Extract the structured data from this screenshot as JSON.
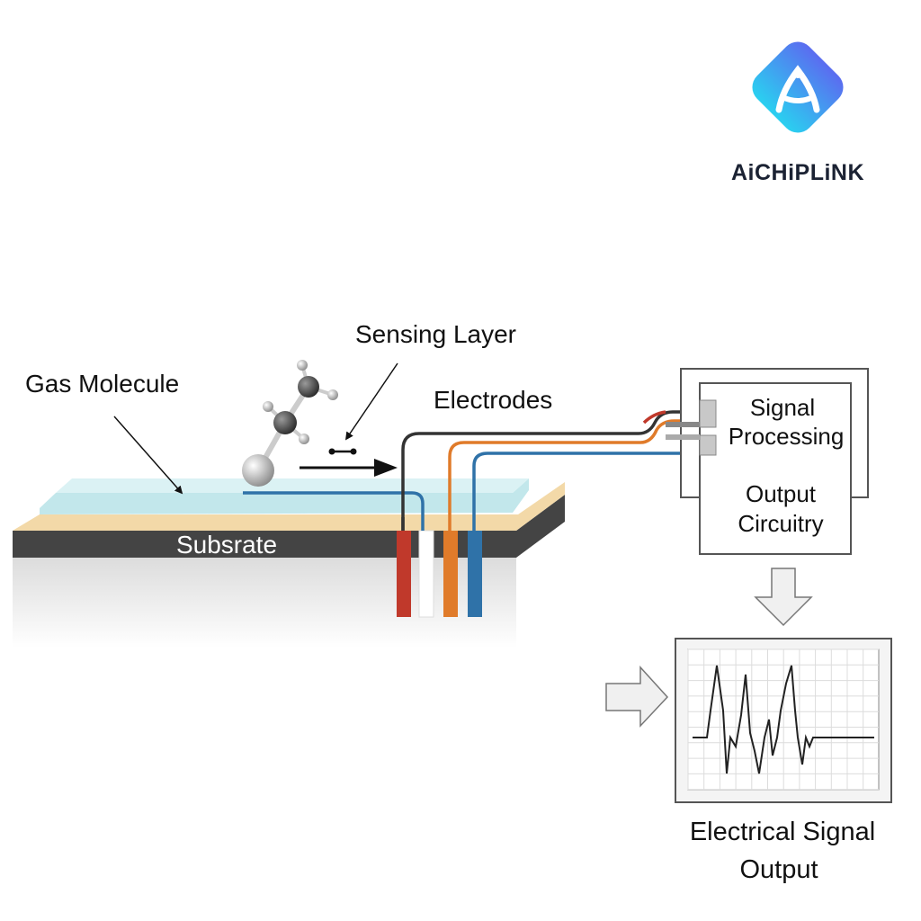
{
  "brand": {
    "name": "AiCHiPLiNK",
    "colors": {
      "logo_top": "#5b6cf0",
      "logo_bottom": "#2ad0f0",
      "text": "#1b2233"
    }
  },
  "labels": {
    "gas_molecule": "Gas Molecule",
    "sensing_layer": "Sensing Layer",
    "electrodes": "Electrodes",
    "substrate": "Subsrate",
    "signal_processing_line1": "Signal",
    "signal_processing_line2": "Processing",
    "output_circuitry_line1": "Output",
    "output_circuitry_line2": "Circuitry",
    "electrical_signal_line1": "Electrical Signal",
    "electrical_signal_line2": "Output"
  },
  "colors": {
    "electrode_red": "#c0392b",
    "electrode_white": "#ffffff",
    "electrode_orange": "#e07b2a",
    "electrode_blue": "#2f72a8",
    "wire_black": "#333333",
    "sensing_layer": "#bfe6ea",
    "substrate_top": "#f3d9a8",
    "substrate_dark": "#444444"
  },
  "icons": [
    "molecule-icon",
    "resistor-icon",
    "arrow-right-icon",
    "arrow-down-icon",
    "oscilloscope-icon"
  ]
}
